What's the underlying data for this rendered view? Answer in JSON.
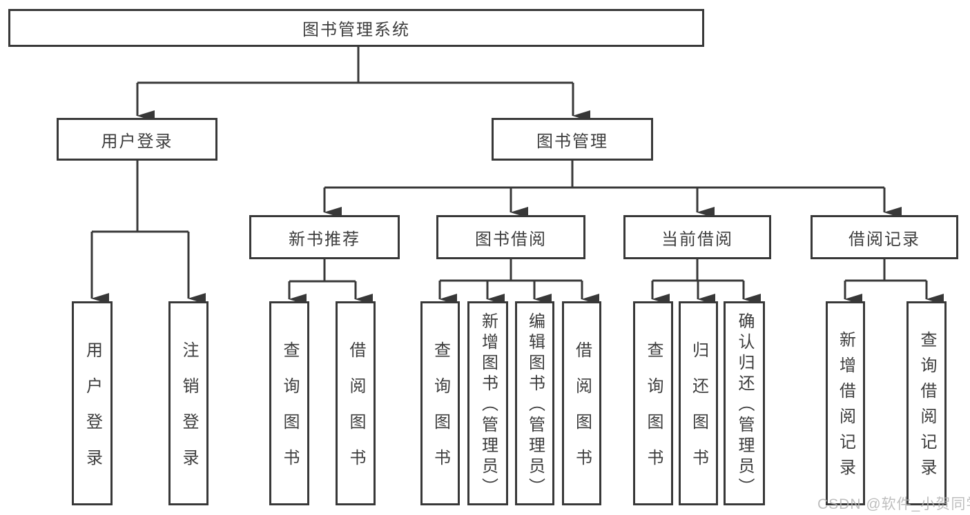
{
  "tree": {
    "root": {
      "label": "图书管理系统"
    },
    "branches": [
      {
        "label": "用户登录",
        "leaves": [
          {
            "label": "用户登录"
          },
          {
            "label": "注销登录"
          }
        ]
      },
      {
        "label": "图书管理",
        "sections": [
          {
            "label": "新书推荐",
            "leaves": [
              {
                "label": "查询图书"
              },
              {
                "label": "借阅图书"
              }
            ]
          },
          {
            "label": "图书借阅",
            "leaves": [
              {
                "label": "查询图书"
              },
              {
                "label": "新增图书（管理员）"
              },
              {
                "label": "编辑图书（管理员）"
              },
              {
                "label": "借阅图书"
              }
            ]
          },
          {
            "label": "当前借阅",
            "leaves": [
              {
                "label": "查询图书"
              },
              {
                "label": "归还图书"
              },
              {
                "label": "确认归还（管理员）"
              }
            ]
          },
          {
            "label": "借阅记录",
            "leaves": [
              {
                "label": "新增借阅记录"
              },
              {
                "label": "查询借阅记录"
              }
            ]
          }
        ]
      }
    ]
  },
  "watermark": {
    "text": "CSDN @软件_小贺同学"
  },
  "colors": {
    "line": "#383838",
    "text": "#3d3d3d",
    "watermark": "#b3b3b3",
    "background": "#ffffff"
  }
}
